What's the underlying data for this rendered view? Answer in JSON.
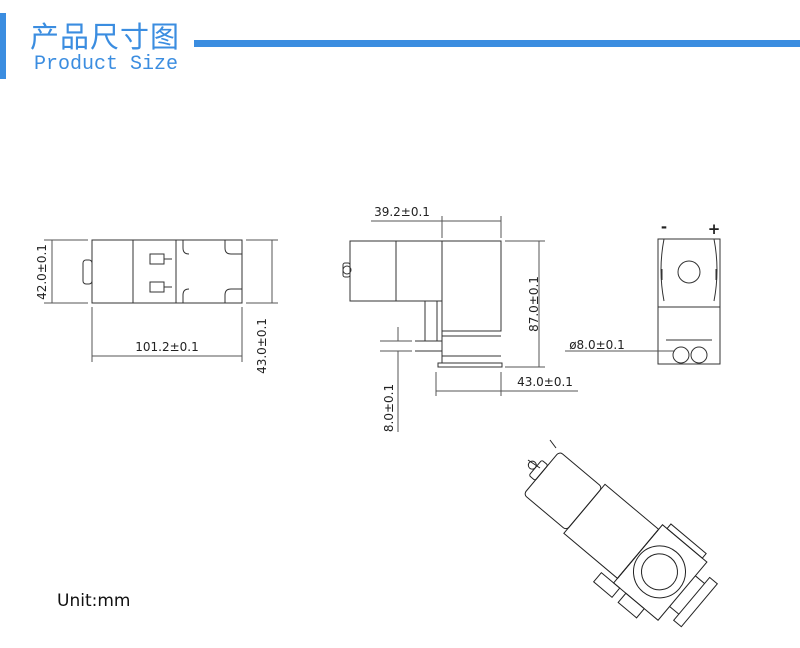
{
  "header": {
    "title_cn": "产品尺寸图",
    "title_en": "Product Size",
    "accent_color": "#3b8de0"
  },
  "dimensions": {
    "front_height": "42.0±0.1",
    "front_length": "101.2±0.1",
    "front_width": "43.0±0.1",
    "side_offset": "39.2±0.1",
    "side_height": "87.0±0.1",
    "side_base": "43.0±0.1",
    "side_port": "8.0±0.1",
    "end_port_diameter": "ø8.0±0.1"
  },
  "terminals": {
    "negative": "-",
    "positive": "+"
  },
  "footer": {
    "unit": "Unit:mm"
  }
}
